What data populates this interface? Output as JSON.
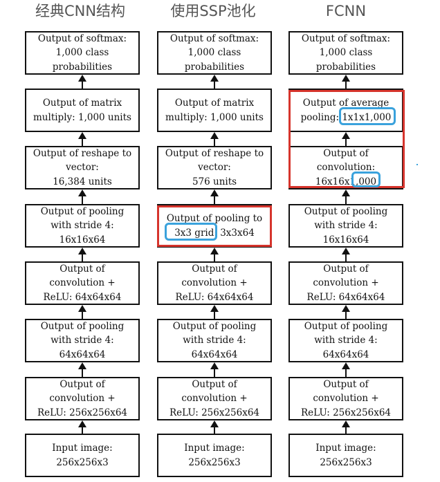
{
  "columns": [
    {
      "title": "经典CNN结构",
      "boxes": [
        {
          "text": "Output of softmax:\n1,000 class\nprobabilities"
        },
        {
          "text": "Output of matrix\nmultiply: 1,000 units"
        },
        {
          "text": "Output of reshape to\nvector:\n16,384 units"
        },
        {
          "text": "Output of pooling\nwith stride 4:\n16x16x64"
        },
        {
          "text": "Output of\nconvolution +\nReLU: 64x64x64"
        },
        {
          "text": "Output of pooling\nwith stride 4:\n64x64x64"
        },
        {
          "text": "Output of\nconvolution +\nReLU: 256x256x64"
        },
        {
          "text": "Input image:\n256x256x3"
        }
      ]
    },
    {
      "title": "使用SSP池化",
      "boxes": [
        {
          "text": "Output of softmax:\n1,000 class\nprobabilities"
        },
        {
          "text": "Output of matrix\nmultiply: 1,000 units"
        },
        {
          "text": "Output of reshape to\nvector:\n576 units"
        },
        {
          "text": "Output of pooling to\n3x3 grid: 3x3x64"
        },
        {
          "text": "Output of\nconvolution +\nReLU: 64x64x64"
        },
        {
          "text": "Output of pooling\nwith stride 4:\n64x64x64"
        },
        {
          "text": "Output of\nconvolution +\nReLU: 256x256x64"
        },
        {
          "text": "Input image:\n256x256x3"
        }
      ]
    },
    {
      "title": "FCNN",
      "boxes": [
        {
          "text": "Output of softmax:\n1,000 class\nprobabilities"
        },
        {
          "text": "Output of average\npooling: 1x1x1,000"
        },
        {
          "text": "Output of\nconvolution:\n16x16x1,000"
        },
        {
          "text": "Output of pooling\nwith stride 4:\n16x16x64"
        },
        {
          "text": "Output of\nconvolution +\nReLU: 64x64x64"
        },
        {
          "text": "Output of pooling\nwith stride 4:\n64x64x64"
        },
        {
          "text": "Output of\nconvolution +\nReLU: 256x256x64"
        },
        {
          "text": "Input image:\n256x256x3"
        }
      ]
    }
  ],
  "colors": {
    "highlight_red": "#d6342c",
    "highlight_blue": "#3aa2dc",
    "box_border": "#111111",
    "title_text": "#555555"
  }
}
